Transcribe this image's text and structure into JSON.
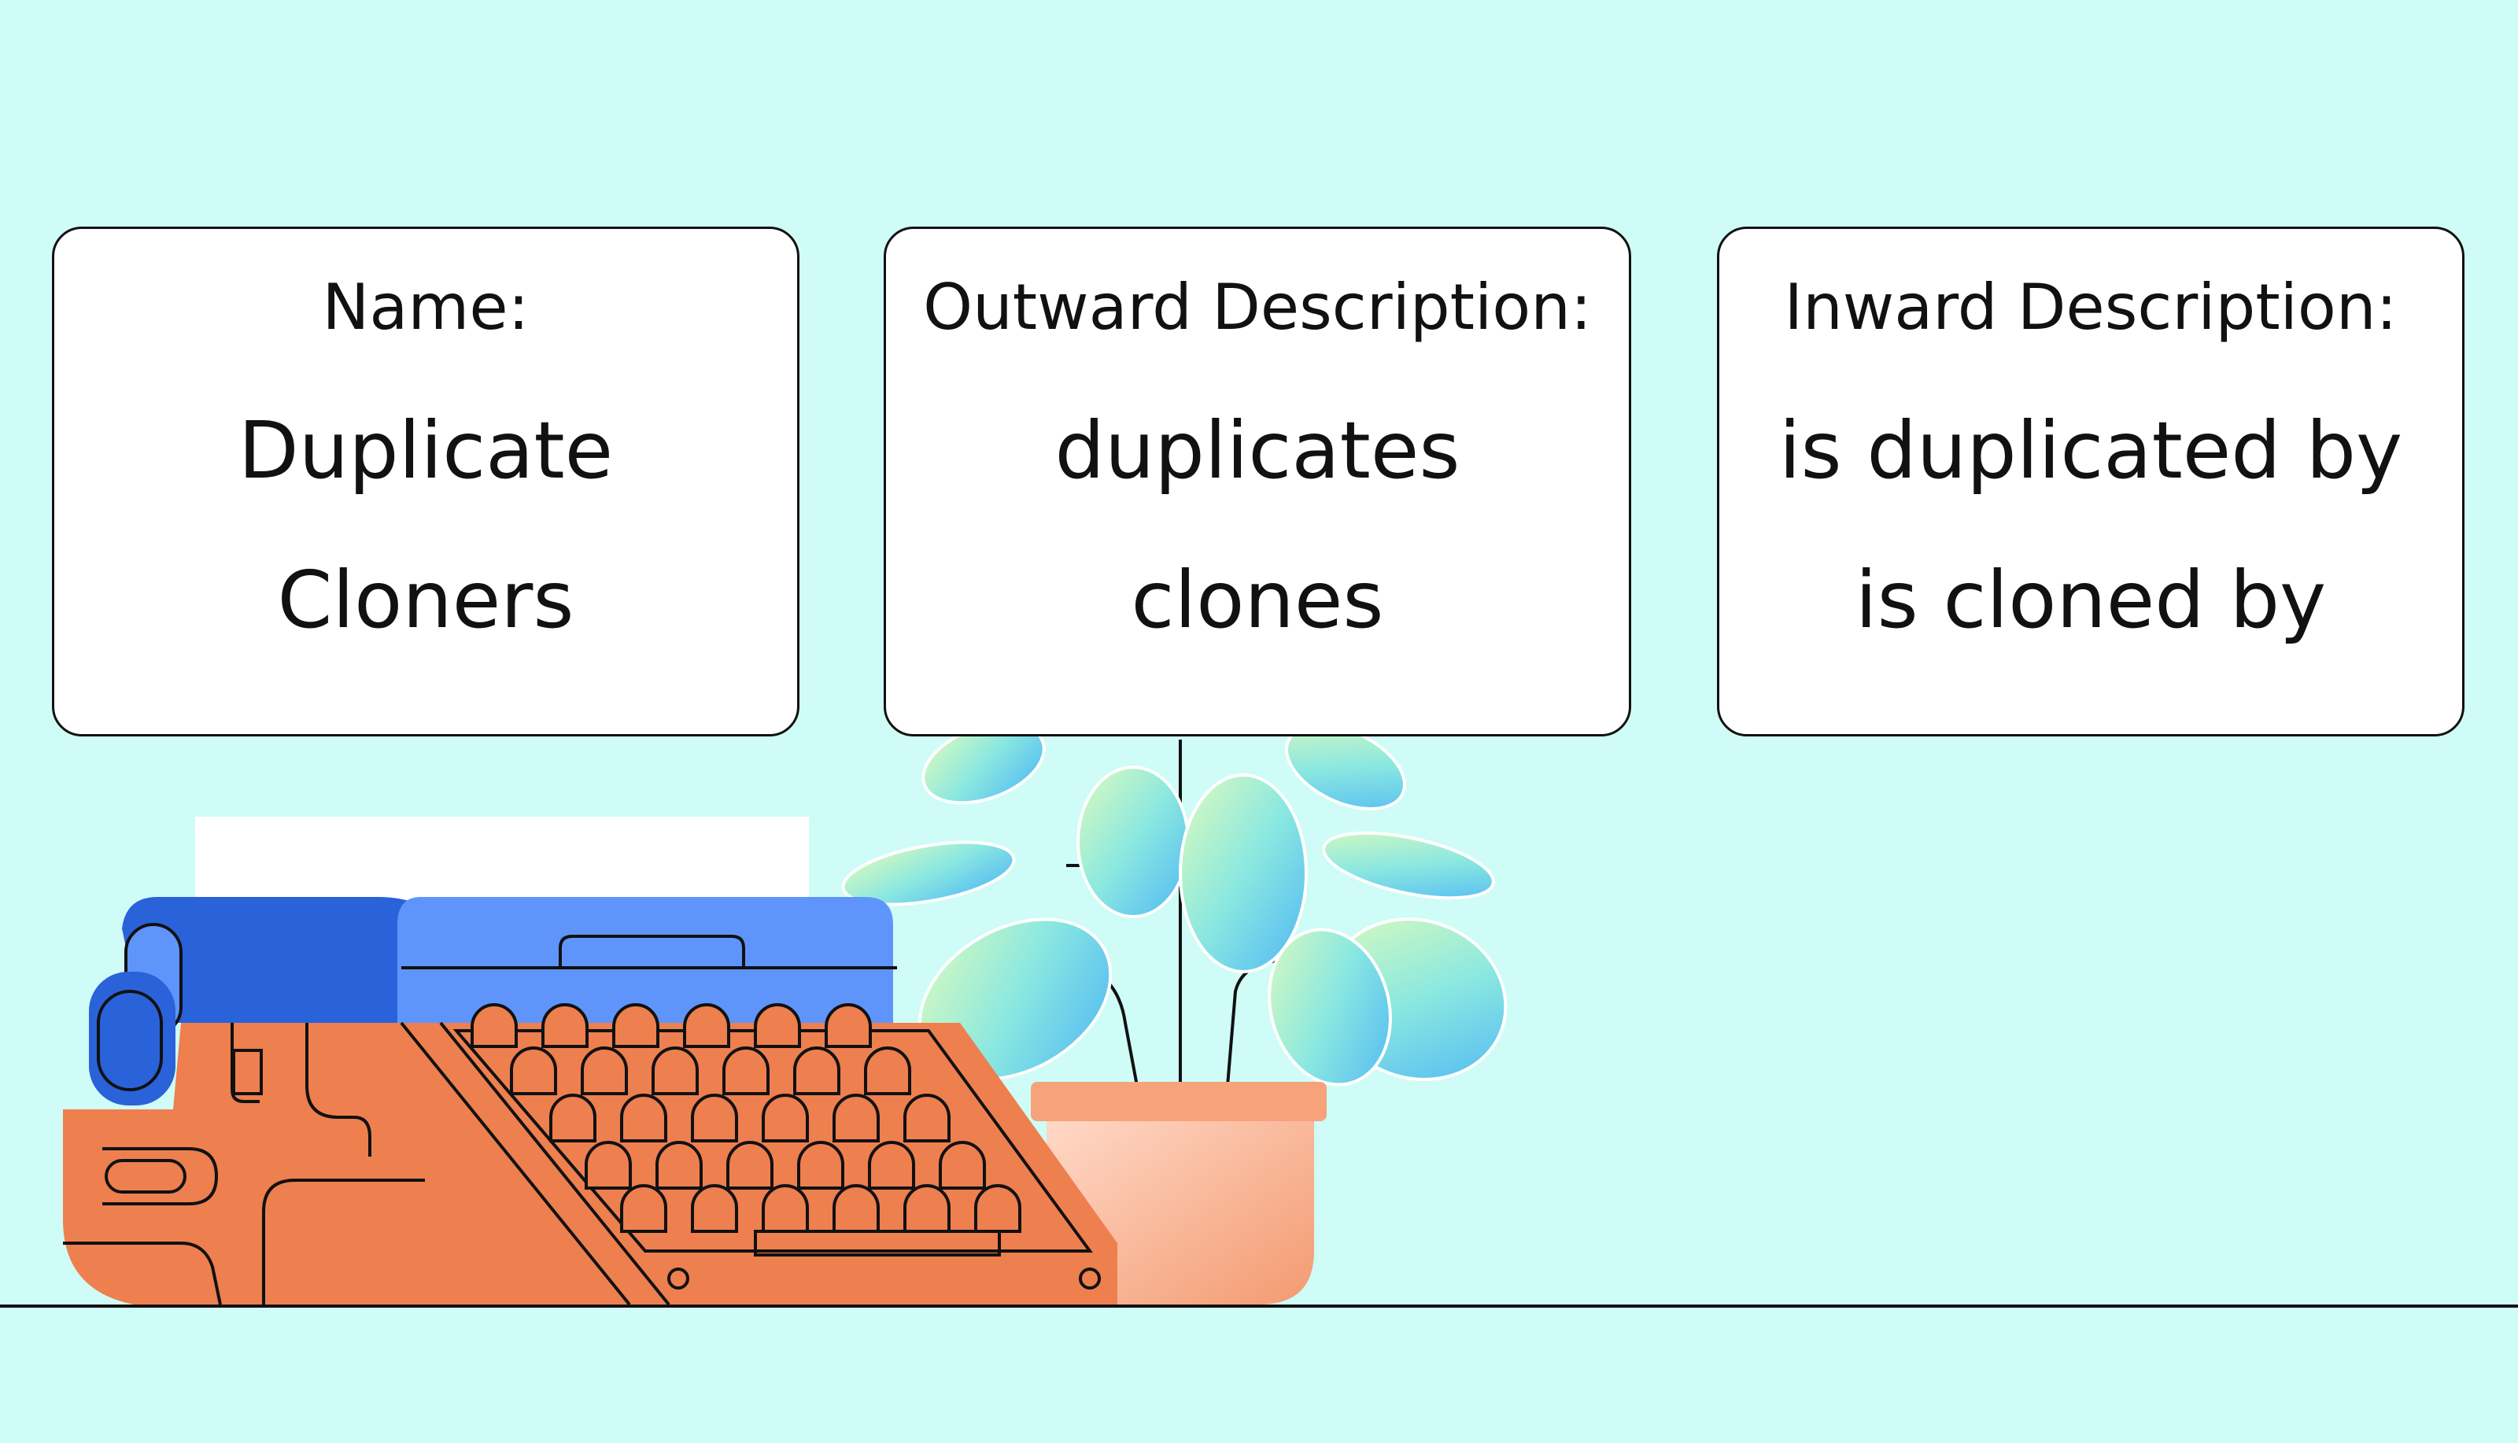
{
  "cards": {
    "name": {
      "heading": "Name:",
      "line1": "Duplicate",
      "line2": "Cloners"
    },
    "outward": {
      "heading": "Outward Description:",
      "line1": "duplicates",
      "line2": "clones"
    },
    "inward": {
      "heading": "Inward Description:",
      "line1": "is duplicated by",
      "line2": "is cloned by"
    }
  },
  "colors": {
    "background": "#cffcf6",
    "typewriter_body": "#ee7f4f",
    "typewriter_top": "#5f95fb",
    "typewriter_roller": "#2a62d9",
    "pot": "#f6a27b",
    "leaves": "#5bd4f2"
  },
  "illustration": {
    "objects": [
      "typewriter",
      "potted-plant"
    ]
  }
}
